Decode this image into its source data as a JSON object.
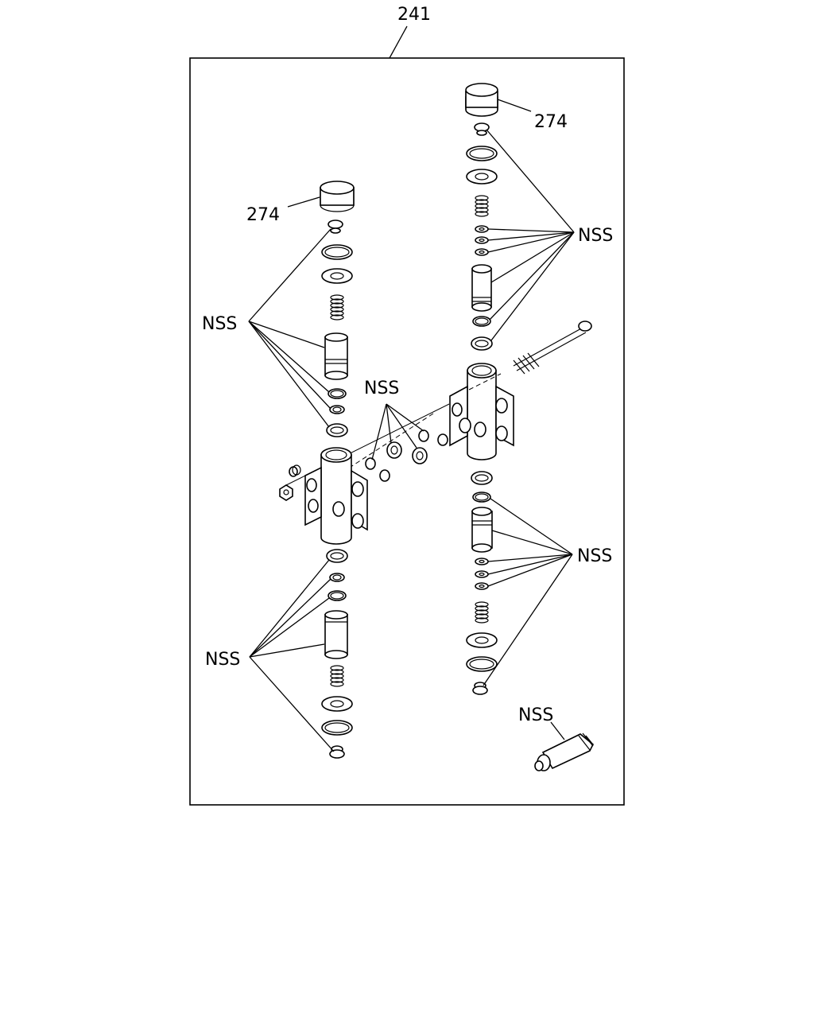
{
  "diagram": {
    "assembly_number": "241",
    "callouts": {
      "cap_right": "274",
      "cap_left": "274",
      "nss_upper_left": "NSS",
      "nss_upper_right": "NSS",
      "nss_center": "NSS",
      "nss_lower_right": "NSS",
      "nss_lower_left": "NSS",
      "nss_tube": "NSS"
    }
  }
}
